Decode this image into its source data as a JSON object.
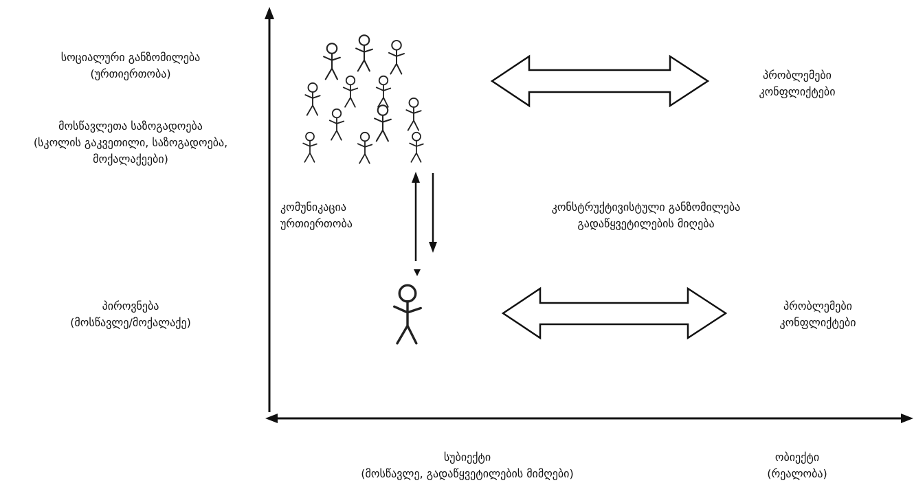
{
  "left_labels": {
    "social_dimension": [
      "სოციალური განზომილება",
      "(ურთიერთობა)"
    ],
    "student_society": [
      "მოსწავლეთა საზოგადოება",
      "(სკოლის გაკვეთილი, საზოგადოება,",
      "მოქალაქეები)"
    ],
    "person": [
      "პიროვნება",
      "(მოსწავლე/მოქალაქე)"
    ]
  },
  "middle_labels": {
    "communication": [
      "კომუნიკაცია",
      "ურთიერთობა"
    ],
    "constructivist": [
      "კონსტრუქტივისტული განზომილება",
      "გადაწყვეტილების მიღება"
    ]
  },
  "right_labels": {
    "problems_top": [
      "პრობლემები",
      "კონფლიქტები"
    ],
    "problems_bottom": [
      "პრობლემები",
      "კონფლიქტები"
    ]
  },
  "axis_labels": {
    "subject": [
      "სუბიექტი",
      "(მოსწავლე, გადაწყვეტილების მიმღები)"
    ],
    "object": [
      "ობიექტი",
      "(რეალობა)"
    ]
  }
}
